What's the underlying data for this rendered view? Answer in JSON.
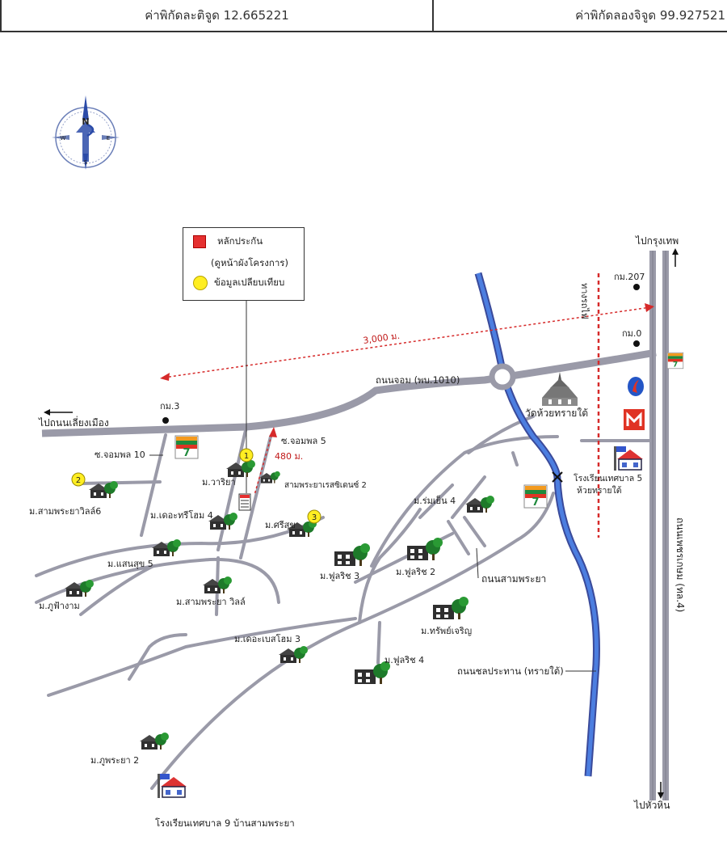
{
  "header": {
    "latitude_label": "ค่าพิกัดละติจูด 12.665221",
    "longitude_label": "ค่าพิกัดลองจิจูด 99.927521"
  },
  "compass": {
    "north": "N",
    "south": "S",
    "east": "E",
    "west": "W"
  },
  "legend": {
    "collateral": "หลักประกัน",
    "collateral_note": "(ดูหน้าผังโครงการ)",
    "comparison": "ข้อมูลเปลียบเทียบ"
  },
  "roads": {
    "bypass_west": "ไปถนนเลี่ยงเมือง",
    "to_bangkok": "ไปกรุงเทพ",
    "to_huahin": "ไปหัวหิน",
    "thanon_jom": "ถนนจอม (พบ.1010)",
    "phetkasem": "ถนนเพชรเกษม (ทล.4)",
    "railway": "ทางรถไฟ",
    "sam_phraya": "ถนนสามพระยา",
    "chon_prathan": "ถนนชลประทาน (ทรายใต้)",
    "soi_jompon_10": "ซ.จอมพล 10",
    "soi_jompon_5": "ซ.จอมพล 5"
  },
  "km_markers": {
    "km207": "กม.207",
    "km0": "กม.0",
    "km3": "กม.3"
  },
  "distances": {
    "d3000": "3,000 ม.",
    "d480": "480 ม."
  },
  "places": {
    "wat": "วัดห้วยทรายใต้",
    "school5_line1": "โรงเรียนเทศบาล 5",
    "school5_line2": "ห้วยทรายใต้",
    "school9": "โรงเรียนเทศบาล 9 บ้านสามพระยา"
  },
  "villages": {
    "wariya": "ม.วาริยา",
    "samphraya_residence2": "สามพระยาเรสซิเดนซ์ 2",
    "samphraya_villa6": "ม.สามพระยาวิลล์6",
    "the_tree_home4": "ม.เดอะทรีโฮม 4",
    "srisuk": "ม.ศรีสุข",
    "saensuk5": "ม.แสนสุข 5",
    "phufah_ngam": "ม.ภูฟ้างาม",
    "samphraya_villa": "ม.สามพระยา วิลล์",
    "the_best_home3": "ม.เดอะเบสโฮม 3",
    "phuphraya2": "ม.ภูพระยา 2",
    "romyen4": "ม.ร่มเย็น 4",
    "fulrich3": "ม.ฟูลริช 3",
    "fulrich2": "ม.ฟูลริช 2",
    "supcharoen": "ม.ทรัพย์เจริญ",
    "fulrich4": "ม.ฟูลริช 4"
  },
  "markers": {
    "m1": "1",
    "m2": "2",
    "m3": "3"
  },
  "colors": {
    "road": "#9a9aa8",
    "road_edge": "#7c7c8a",
    "canal": "#4c7ee0",
    "canal_edge": "#3a4a9a",
    "distance_line": "#d62a2a",
    "collateral": "#e53030",
    "comparison": "#ffee22",
    "seven_eleven_green": "#1f8a3c",
    "seven_eleven_red": "#e03324",
    "tree": "#1e7a2a"
  },
  "icons": [
    "compass-rose-icon",
    "seven-eleven-icon",
    "ptt-station-icon",
    "makro-icon",
    "temple-icon",
    "school-icon",
    "village-house-icon",
    "collateral-marker-icon",
    "comparison-marker-icon",
    "arrow-up-icon",
    "arrow-down-icon",
    "arrow-left-icon"
  ]
}
